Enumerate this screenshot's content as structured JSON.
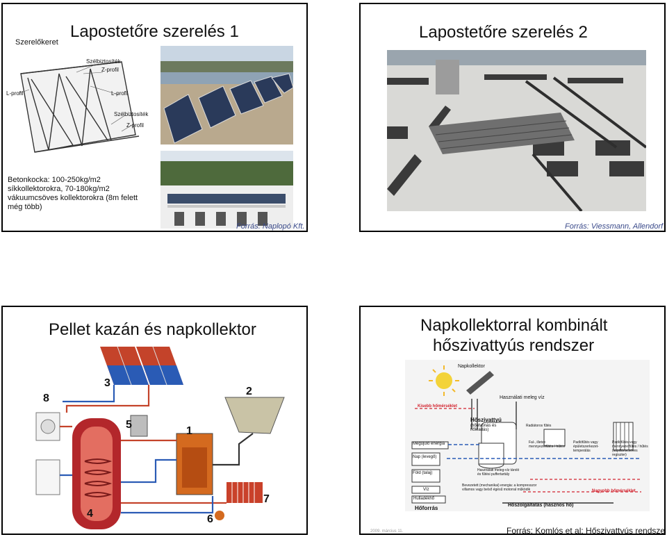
{
  "slide1": {
    "title": "Lapostetőre szerelés 1",
    "frame_label": "Szerelőkeret",
    "diagram_labels": [
      "Szélbiztosíték",
      "Z-profil",
      "L-profil",
      "L-profil",
      "Szélbiztosíték",
      "Z-profil"
    ],
    "caption_lines": [
      "Betonkocka: 100-250kg/m2",
      "síkkollektorokra, 70-180kg/m2",
      "vákuumcsöves kollektorokra (8m felett",
      "még több)"
    ],
    "source": "Forrás: Naplopó Kft."
  },
  "slide2": {
    "title": "Lapostetőre szerelés 2",
    "source": "Forrás: Viessmann, Allendorf"
  },
  "slide3": {
    "title": "Pellet kazán és napkollektor",
    "numbers": [
      "8",
      "3",
      "2",
      "5",
      "1",
      "4",
      "6",
      "7"
    ]
  },
  "slide4": {
    "title_line1": "Napkollektorral kombinált",
    "title_line2": "hőszivattyús rendszer",
    "diagram_labels": {
      "collector": "Napkollektor",
      "hot_water": "Használati meleg víz",
      "lower_temp": "Kisebb hőmérséklet",
      "heat_pump": "Hőszivattyú",
      "heat_pump_sub": "(hőelvonás és hőleadás)",
      "renewable": "Megújuló energia",
      "sun": "Nap (levegő)",
      "earth": "Föld (talaj)",
      "water": "Víz",
      "waste_heat": "Hulladékhő",
      "heat_source": "Hőforrás",
      "heat_utilization": "Hőszolgáltatás (hasznos hő)",
      "higher_temp": "Nagyobb hőmérséklet",
      "buffer": "Használati meleg-víz tároló és fűtési puffertartály",
      "radiator": "Radiátoros fűtés",
      "wall_heating": "Fal-, illetve mennyezetfűtés / hűtés",
      "floor_heating": "Padlófűtés vagy épületszerkezet-temperálás",
      "floor_heating2": "Padlófűtés vagy mennyezetfűtés / hűtés (kapilláriscsöves regiszter)",
      "energy_input": "Bevezetett (mechanikai) energia: a kompresszor villamos vagy belső égésű motorral működik"
    },
    "date": "2009. március 11.",
    "source": "Forrás: Komlós et al: Hőszivattyús rendszerek"
  }
}
